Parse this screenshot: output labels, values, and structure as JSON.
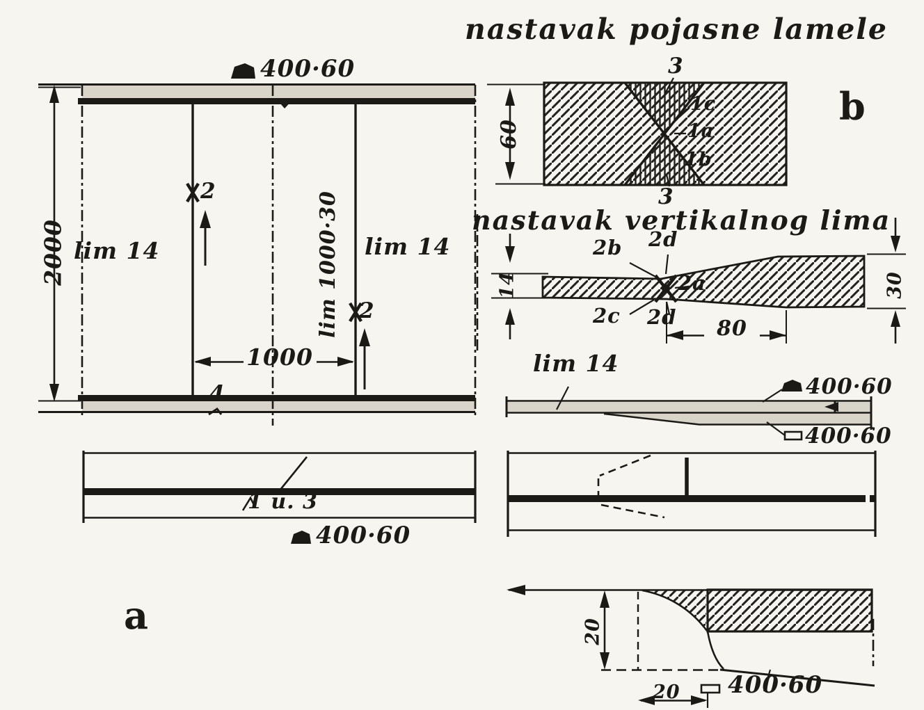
{
  "titles": {
    "flange_splice": "nastavak pojasne lamele",
    "web_splice": "nastavak vertikalnog lima"
  },
  "view_labels": {
    "a": "a",
    "b": "b"
  },
  "plates": {
    "left_web": "lim 14",
    "right_web": "lim 14",
    "insert_web": "lim 1000·30",
    "side_web": "lim 14"
  },
  "dims": {
    "girder_height": "2000",
    "insert_width": "1000",
    "lamella_section_top": "400·60",
    "lamella_section_plan": "400·60",
    "lamella_section_side_upper": "400·60",
    "lamella_section_side_lower": "400·60",
    "lamella_section_detail": "400·60",
    "lamella_width": "60",
    "taper_length": "80",
    "web_thin": "14",
    "web_thick": "30",
    "detail_rise": "20",
    "detail_run": "20"
  },
  "weld_marks": {
    "seam_2_left": "2",
    "seam_2_right": "2",
    "seam_4": "4",
    "seam_1_and_3": "1 u. 3",
    "seam_3_top": "3",
    "seam_3_bottom": "3",
    "seam_1c": "1c",
    "seam_1a": "1a",
    "seam_1b": "1b",
    "seam_2b": "2b",
    "seam_2d_top": "2d",
    "seam_2a": "2a",
    "seam_2c": "2c",
    "seam_2d_bottom": "2d"
  }
}
